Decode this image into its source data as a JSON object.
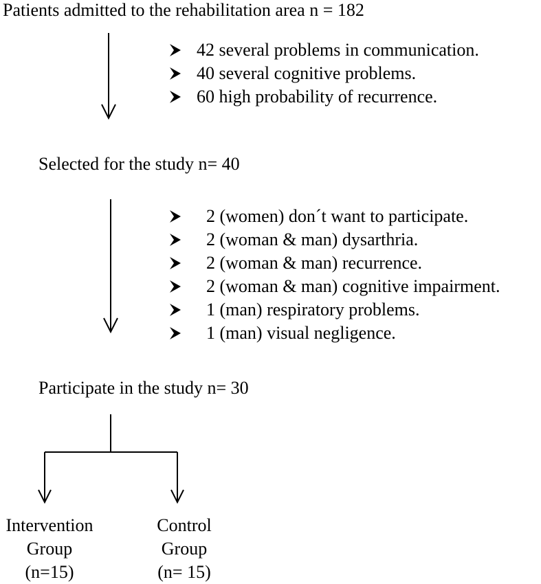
{
  "steps": {
    "admitted": "Patients admitted to the rehabilitation area n = 182",
    "selected": "Selected for the study n= 40",
    "participate": "Participate in the study n= 30"
  },
  "exclusions_admitted": [
    "42 several problems in communication.",
    "40 several cognitive problems.",
    "60 high probability of recurrence."
  ],
  "exclusions_selected": [
    "2 (women) don´t want to participate.",
    "2 (woman & man) dysarthria.",
    "2 (woman & man) recurrence.",
    "2 (woman & man) cognitive impairment.",
    "1 (man) respiratory problems.",
    "1 (man) visual negligence."
  ],
  "groups": {
    "intervention": {
      "line1": "Intervention",
      "line2": "Group",
      "line3": "(n=15)"
    },
    "control": {
      "line1": "Control",
      "line2": "Group",
      "line3": "(n= 15)"
    }
  },
  "marker_icon": "arrowhead-bullet-icon"
}
